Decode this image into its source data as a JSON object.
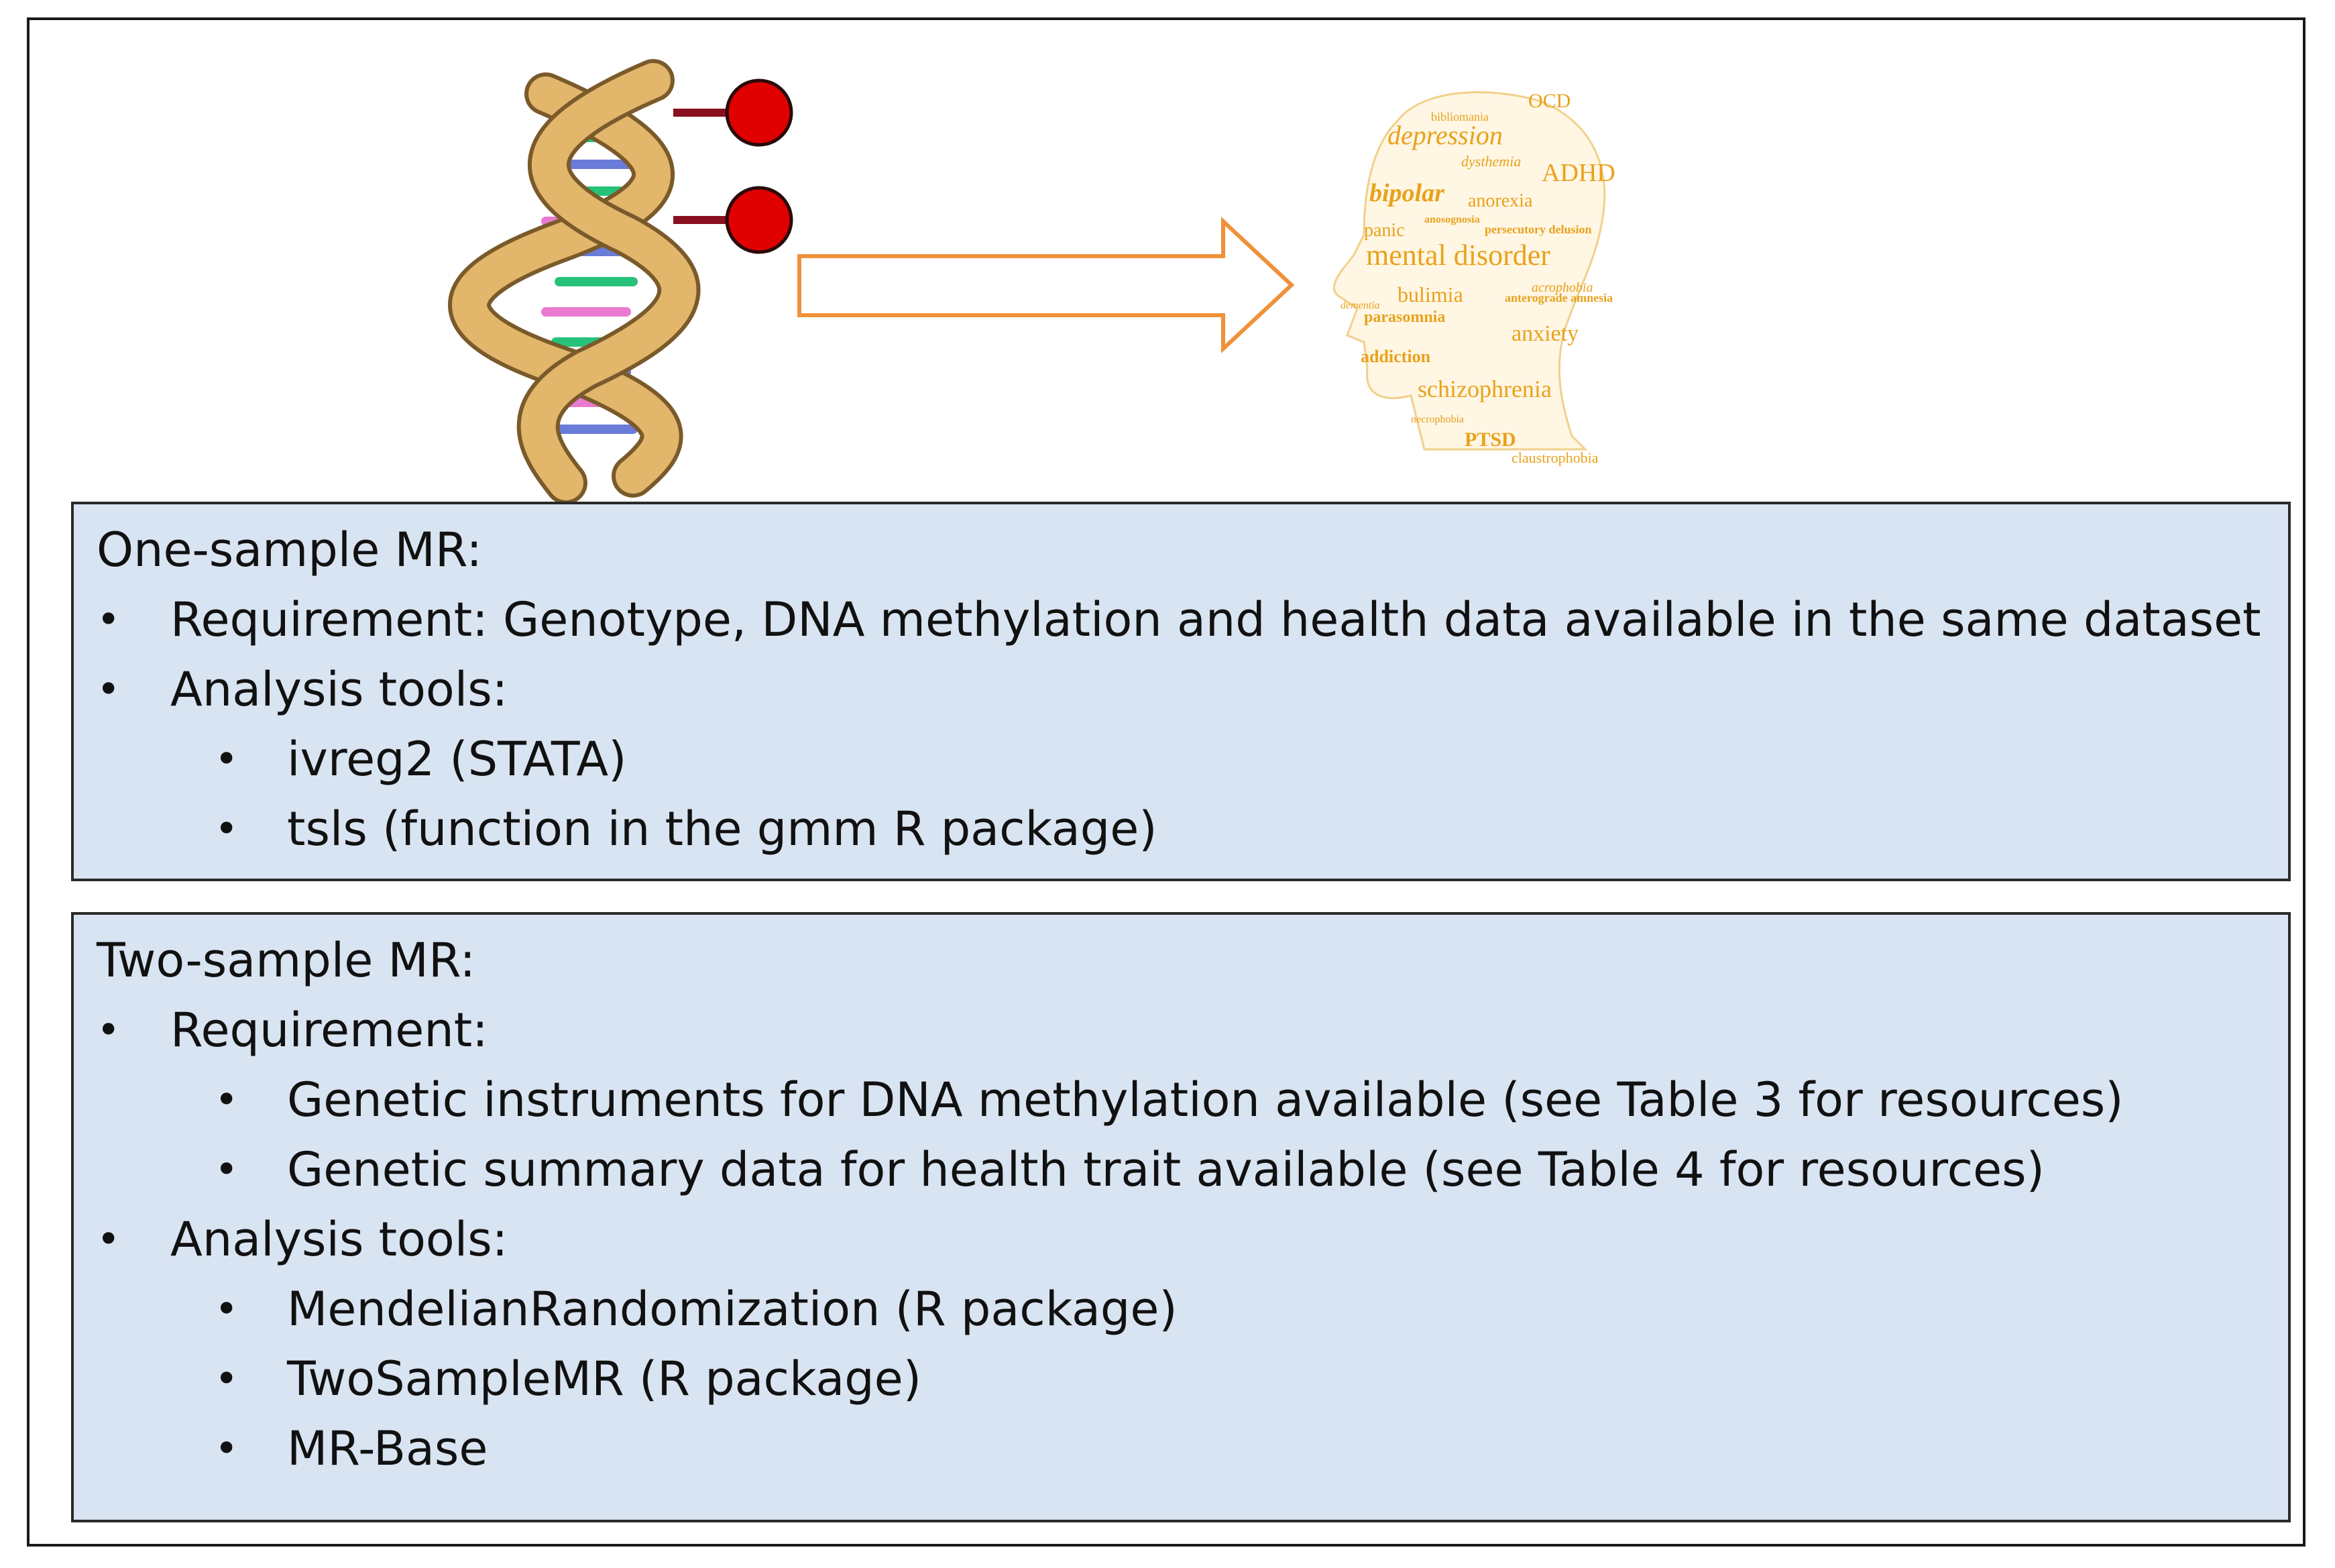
{
  "figure": {
    "wordcloud_words": [
      "OCD",
      "bibliomania",
      "depression",
      "dysthemia",
      "ADHD",
      "bipolar",
      "anorexia",
      "anosognosia",
      "persecutory delusion",
      "panic",
      "mental disorder",
      "bulimia",
      "anterograde amnesia",
      "parasomnia",
      "acrophobia",
      "anxiety",
      "addiction",
      "schizophrenia",
      "PTSD",
      "claustrophobia",
      "dementia",
      "necrophobia"
    ],
    "colors": {
      "helix": "#e2b66b",
      "methyl_dot": "#e00000",
      "arrow": "#f0913a",
      "words": "#e8a21c",
      "panel_bg": "#d9e4f2"
    }
  },
  "one_sample": {
    "title": "One-sample MR:",
    "bullet": "•",
    "requirement": "Requirement: Genotype, DNA methylation and health data available in the same dataset",
    "tools_label": "Analysis tools:",
    "tools": [
      "ivreg2 (STATA)",
      "tsls (function in the gmm R package)"
    ]
  },
  "two_sample": {
    "title": "Two-sample MR:",
    "bullet": "•",
    "requirement_label": "Requirement:",
    "requirements": [
      "Genetic instruments for DNA methylation available (see Table 3 for resources)",
      "Genetic summary data for health trait available (see Table 4 for resources)"
    ],
    "tools_label": "Analysis tools:",
    "tools": [
      "MendelianRandomization (R package)",
      "TwoSampleMR (R package)",
      "MR-Base"
    ]
  }
}
